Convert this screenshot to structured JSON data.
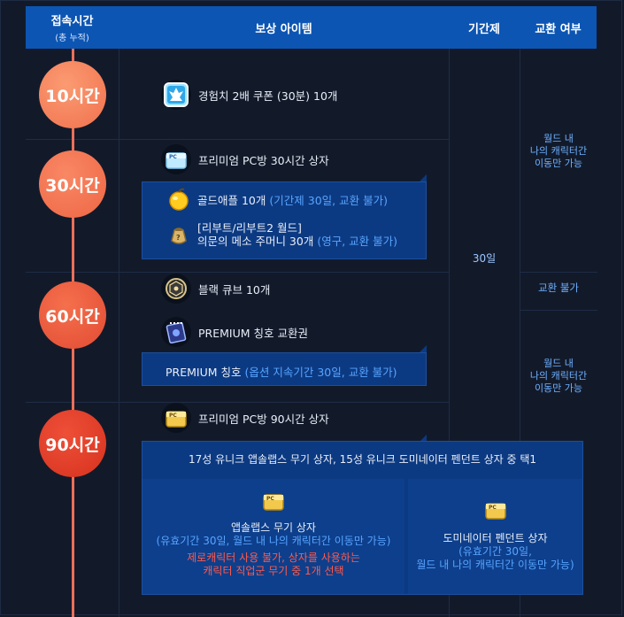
{
  "header": {
    "col_time": "접속시간",
    "col_time_sub": "(총 누적)",
    "col_reward": "보상 아이템",
    "col_period": "기간제",
    "col_trade": "교환 여부"
  },
  "milestones": [
    "10시간",
    "30시간",
    "60시간",
    "90시간"
  ],
  "rewards": {
    "r10": "경험치 2배 쿠폰 (30분) 10개",
    "r30": "프리미엄 PC방 30시간 상자",
    "r30_a_main": "골드애플 10개",
    "r30_a_note": "(기간제 30일, 교환 불가)",
    "r30_b_line1": "[리부트/리부트2 월드]",
    "r30_b_line2": "의문의 메소 주머니 30개",
    "r30_b_note": "(영구, 교환 불가)",
    "r60_a": "블랙 큐브 10개",
    "r60_b": "PREMIUM 칭호 교환권",
    "r60_sub_main": "PREMIUM 칭호",
    "r60_sub_note": "(옵션 지속기간 30일, 교환 불가)",
    "r90": "프리미엄 PC방 90시간 상자",
    "r90_select": "17성 유니크 앱솔랩스 무기 상자, 15성 유니크 도미네이터 펜던트 상자 중 택1",
    "r90_left_title": "앱솔랩스 무기 상자",
    "r90_left_note": "(유효기간 30일, 월드 내 나의 캐릭터간 이동만 가능)",
    "r90_left_warn1": "제로캐릭터 사용 불가, 상자를 사용하는",
    "r90_left_warn2": "캐릭터 직업군 무기 중 1개 선택",
    "r90_right_title": "도미네이터 펜던트 상자",
    "r90_right_note1": "(유효기간 30일,",
    "r90_right_note2": "월드 내 나의 캐릭터간 이동만 가능)"
  },
  "period": "30일",
  "trade": {
    "t1_line1": "월드 내",
    "t1_line2": "나의 캐릭터간",
    "t1_line3": "이동만 가능",
    "t2": "교환 불가",
    "t3_line1": "월드 내",
    "t3_line2": "나의 캐릭터간",
    "t3_line3": "이동만 가능"
  },
  "icons": {
    "r10": "exp-coupon-icon",
    "r30": "pc-box-icon",
    "r30_a": "gold-apple-icon",
    "r30_b": "meso-pouch-icon",
    "r60_a": "black-cube-icon",
    "r60_b": "title-voucher-icon",
    "r90": "pc-box-gold-icon"
  },
  "colors": {
    "header": "#0c55b3",
    "timeline": "#e97059",
    "accent_blue": "#58a4ff",
    "warning_red": "#ff5a4d"
  }
}
